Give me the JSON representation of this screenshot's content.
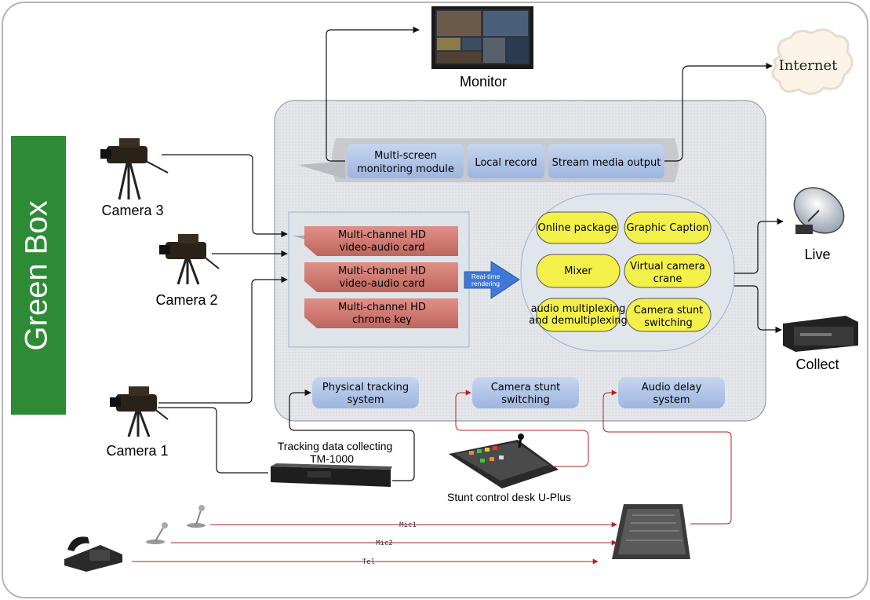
{
  "title": "Green Box",
  "top_modules": {
    "monitoring": [
      "Multi-screen",
      "monitoring module"
    ],
    "record": "Local record",
    "stream": "Stream media output"
  },
  "cards": {
    "card1": [
      "Multi-channel HD",
      "video-audio card"
    ],
    "card2": [
      "Multi-channel HD",
      "video-audio card"
    ],
    "card3": [
      "Multi-channel HD",
      "chrome key"
    ]
  },
  "rendering_arrow": [
    "Real-time",
    "rendering"
  ],
  "functions": {
    "online_package": "Online package",
    "graphic_caption": "Graphic Caption",
    "mixer": "Mixer",
    "virtual_camera": [
      "Virtual camera",
      "crane"
    ],
    "audio_mux": [
      "audio multiplexing",
      "and demultiplexing"
    ],
    "camera_stunt": [
      "Camera stunt",
      "switching"
    ]
  },
  "bottom_modules": {
    "tracking": [
      "Physical tracking",
      "system"
    ],
    "stunt": [
      "Camera stunt",
      "switching"
    ],
    "audio_delay": [
      "Audio delay",
      "system"
    ]
  },
  "devices": {
    "monitor": "Monitor",
    "internet": "Internet",
    "live": "Live",
    "collect": "Collect",
    "camera3": "Camera 3",
    "camera2": "Camera 2",
    "camera1": "Camera 1",
    "tracking_collector": [
      "Tracking data collecting",
      "TM-1000"
    ],
    "stunt_desk": "Stunt control desk U-Plus"
  },
  "lines": {
    "mic1": "Mic1",
    "mic2": "Mic2",
    "tel": "Tel"
  },
  "colors": {
    "green_box": "#2e8b35",
    "card_red": "#c8736a",
    "module_blue": "#a9c0e4",
    "function_yellow": "#f4f04a",
    "arrow_blue": "#3f78d6",
    "audio_line": "#b22222"
  }
}
